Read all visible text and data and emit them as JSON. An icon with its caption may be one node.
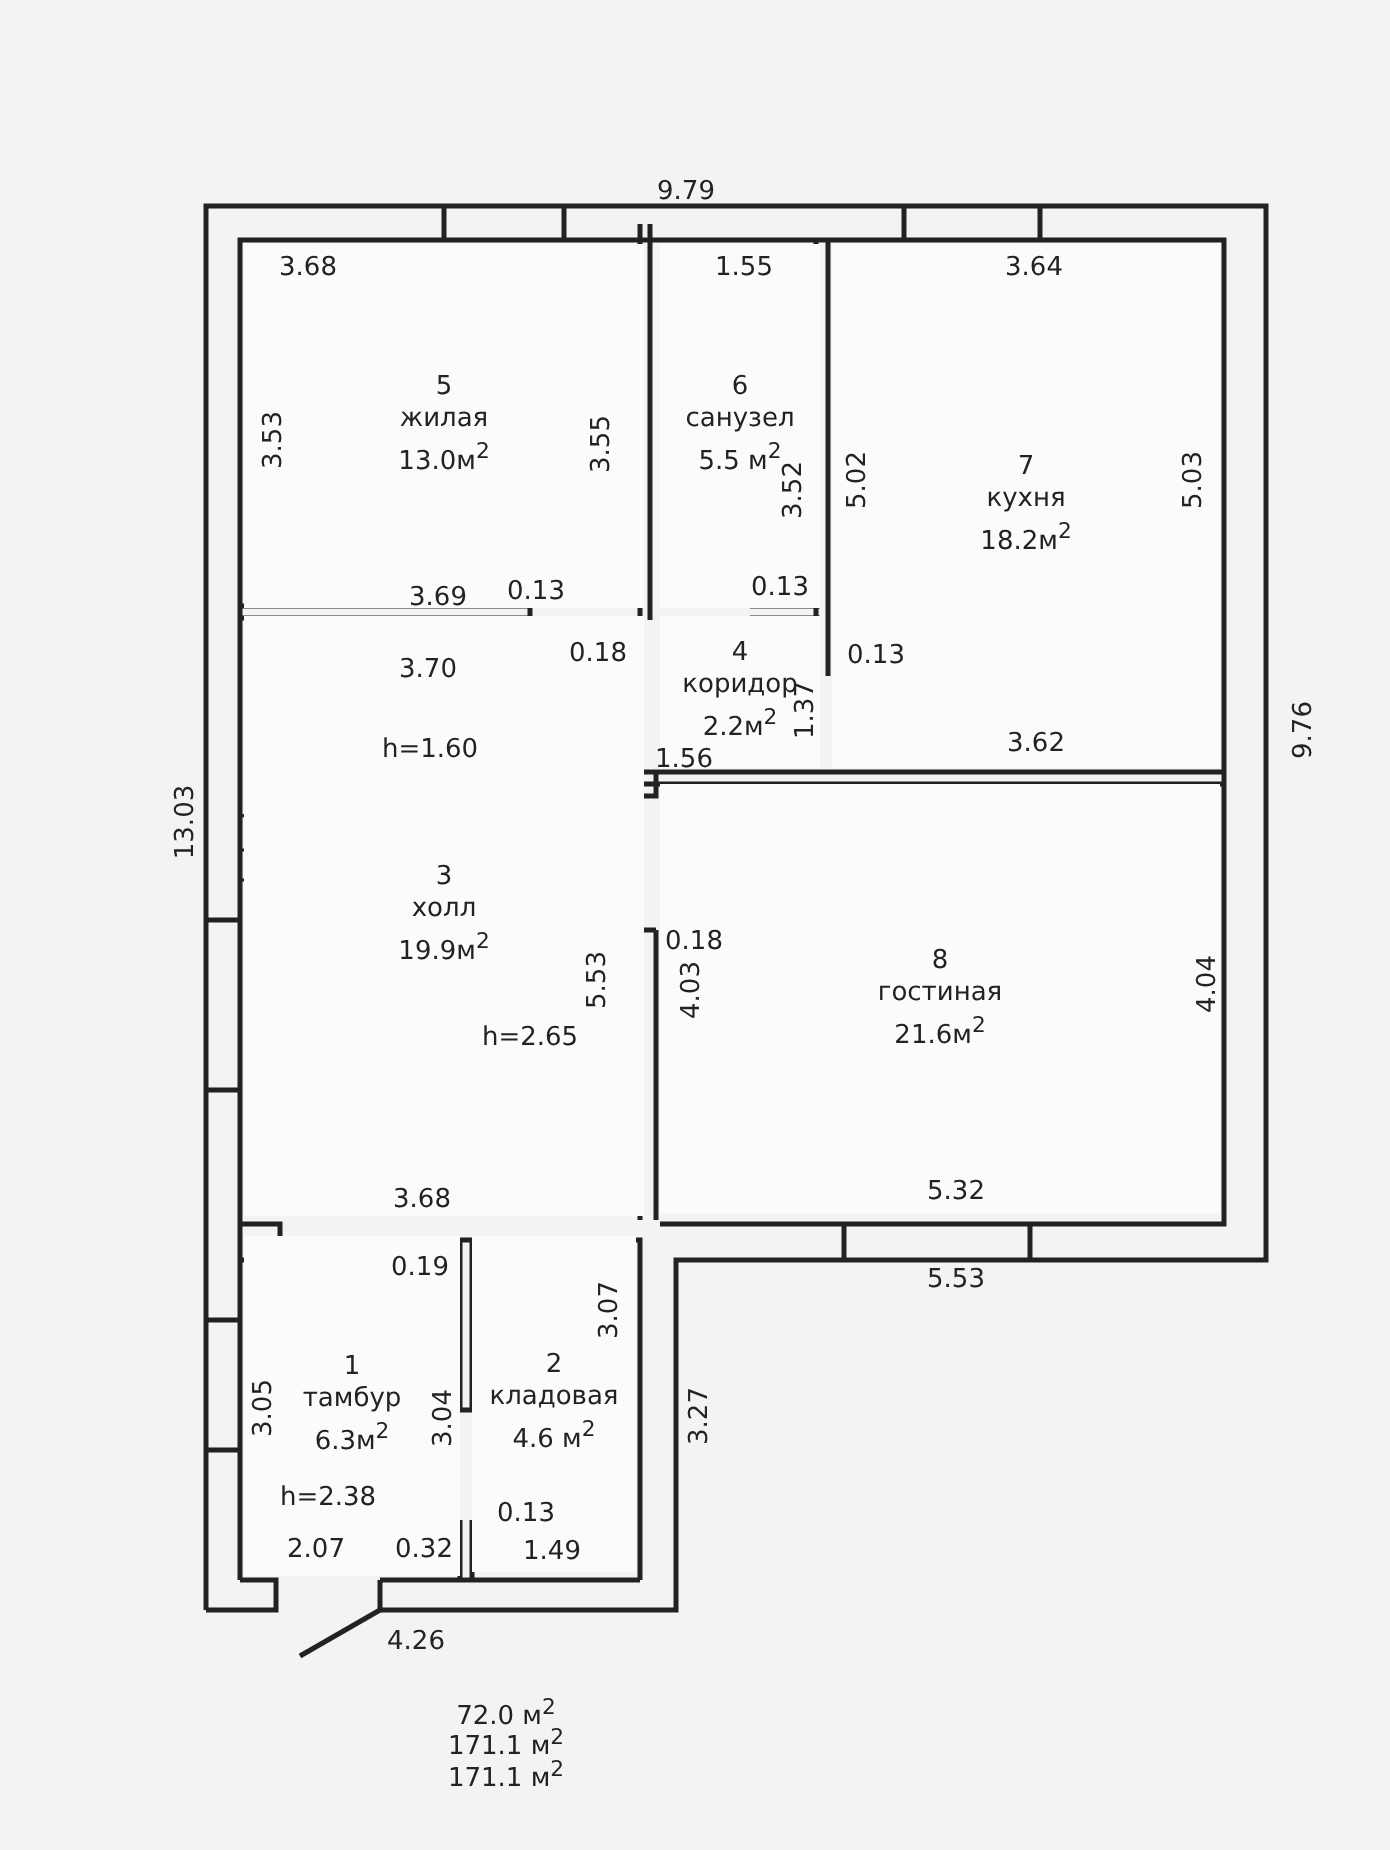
{
  "diagram": {
    "nodes": [
      {
        "text": [
          "5",
          "жилая",
          "13.0м$^{2}$"
        ]
      },
      {
        "text": [
          "6",
          "санузел",
          "5.5 м$^{2}$"
        ]
      },
      {
        "text": [
          "7",
          "кухня",
          "18.2м$^{2}$"
        ]
      },
      {
        "text": [
          "4",
          "коридор",
          "2.2м$^{2}$"
        ]
      },
      {
        "text": [
          "3",
          "холл",
          "19.9м$^{2}$"
        ]
      },
      {
        "text": [
          "8",
          "гостиная",
          "21.6м$^{2}$"
        ]
      },
      {
        "text": [
          "1",
          "тамбур",
          "6.3м$^{2}$"
        ]
      },
      {
        "text": [
          "2",
          "кладовая",
          "4.6 м$^{2}$"
        ]
      }
    ],
    "edges": [],
    "labels": [
      "9.79",
      "3.68",
      "1.55",
      "3.64",
      "3.53",
      "3.55",
      "3.52",
      "5.02",
      "5.03",
      "3.69",
      "0.13",
      "0.13",
      "0.18",
      "3.70",
      "0.13",
      "1.37",
      "9.76",
      "h=1.60",
      "3.62",
      "1.56",
      "13.03",
      "0.18",
      "5.53",
      "4.03",
      "4.04",
      "h=2.65",
      "3.68",
      "5.32",
      "0.19",
      "5.53",
      "3.07",
      "3.05",
      "3.04",
      "3.27",
      "h=2.38",
      "0.13",
      "2.07",
      "0.32",
      "1.49",
      "4.26",
      "72.0 м$^{2}$",
      "171.1 м$^{2}$",
      "171.1 м$^{2}$"
    ]
  }
}
